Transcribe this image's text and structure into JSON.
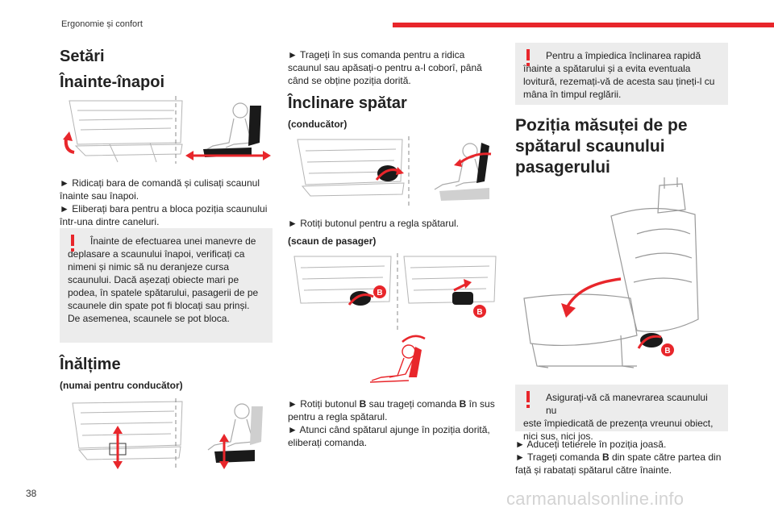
{
  "header": {
    "section": "Ergonomie și confort"
  },
  "page": {
    "number": "38",
    "watermark": "carmanualsonline.info"
  },
  "col1": {
    "title": "Setări",
    "forward_back": {
      "heading": "Înainte-înapoi",
      "line1": "► Ridicați bara de comandă și culisați scaunul înainte sau înapoi.",
      "line2": "► Eliberați bara pentru a bloca poziția scaunului într-una dintre caneluri."
    },
    "warning": {
      "first": "Înainte de efectuarea unei manevre de",
      "rest": "deplasare a scaunului înapoi, verificați ca nimeni și nimic să nu deranjeze cursa scaunului. Dacă așezați obiecte mari pe podea, în spatele spătarului, pasagerii de pe scaunele din spate pot fi blocați sau prinși. De asemenea, scaunele se pot bloca."
    },
    "height": {
      "heading": "Înălțime",
      "subheading": "(numai pentru conducător)"
    }
  },
  "col2": {
    "intro": "► Trageți în sus comanda pentru a ridica scaunul sau apăsați-o pentru a-l coborî, până când se obține poziția dorită.",
    "recline": {
      "heading": "Înclinare spătar",
      "driver": "(conducător)",
      "driver_text": "► Rotiți butonul pentru a regla spătarul.",
      "passenger": "(scaun de pasager)",
      "p_line1_pre": "► Rotiți butonul ",
      "p_line1_bold": "B",
      "p_line1_mid": " sau trageți comanda ",
      "p_line1_bold2": "B",
      "p_line1_post": " în sus pentru a regla spătarul.",
      "p_line2": "► Atunci când spătarul ajunge în poziția dorită, eliberați comanda."
    },
    "badge": "B"
  },
  "col3": {
    "warning1": {
      "first": "Pentru a împiedica înclinarea rapidă",
      "rest": "înainte a spătarului și a evita eventuala lovitură, rezemați-vă de acesta sau țineți-l cu mâna în timpul reglării."
    },
    "table_heading": "Poziția măsuței de pe spătarul scaunului pasagerului",
    "badge": "B",
    "warning2": {
      "first": "Asigurați-vă că manevrarea scaunului nu",
      "rest": "este împiedicată de prezența vreunui obiect, nici sus, nici jos."
    },
    "step1": "► Aduceți tetierele în poziția joasă.",
    "step2_pre": "► Trageți comanda ",
    "step2_bold": "B",
    "step2_post": " din spate către partea din față și rabatați spătarul către înainte."
  },
  "colors": {
    "accent": "#e8262b",
    "warning_bg": "#ececec"
  }
}
